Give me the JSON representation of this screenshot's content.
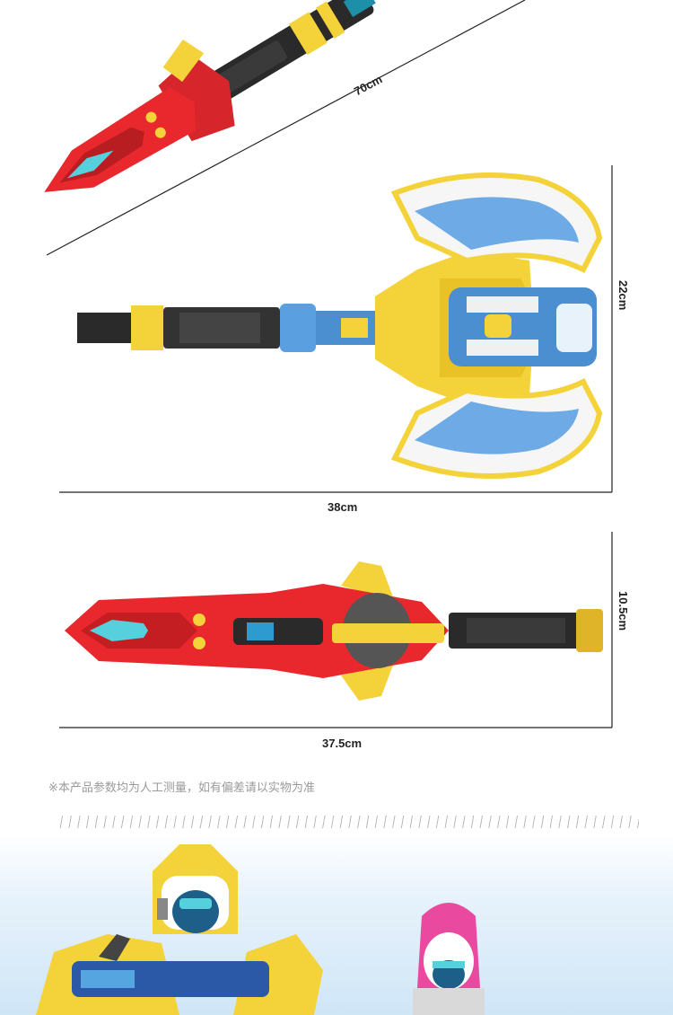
{
  "dimensions": {
    "sword_top_length": "70cm",
    "axe_height": "22cm",
    "axe_length": "38cm",
    "sword_bottom_height": "10.5cm",
    "sword_bottom_length": "37.5cm"
  },
  "note": "※本产品参数均为人工测量，如有偏差请以实物为准",
  "colors": {
    "sword_red": "#e8282c",
    "axe_blue": "#5aa0e0",
    "axe_yellow": "#f3d23a",
    "handle_black": "#2a2a2a"
  }
}
